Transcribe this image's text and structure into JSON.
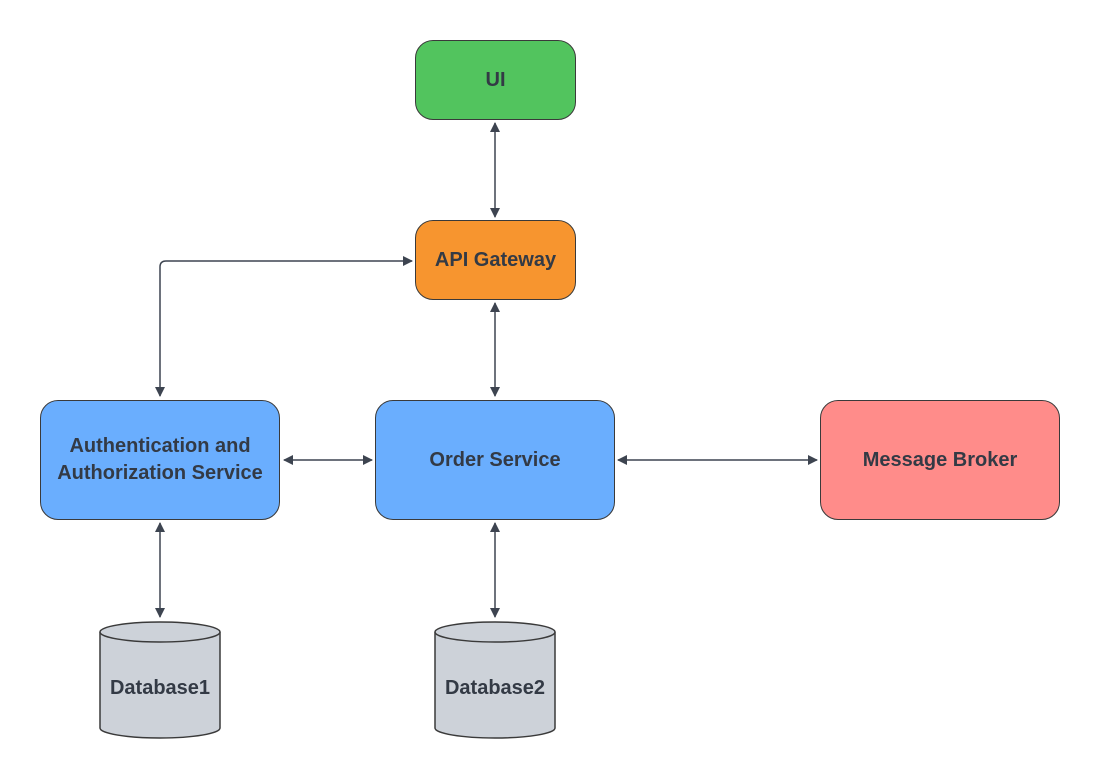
{
  "nodes": {
    "ui": {
      "label": "UI",
      "color": "#52c45e"
    },
    "api_gateway": {
      "label": "API Gateway",
      "color": "#f7952f"
    },
    "auth_service": {
      "label": "Authentication and Authorization Service",
      "color": "#6aaefe"
    },
    "order_service": {
      "label": "Order Service",
      "color": "#6aaefe"
    },
    "message_broker": {
      "label": "Message Broker",
      "color": "#ff8c8a"
    },
    "database1": {
      "label": "Database1",
      "color": "#cdd2d9"
    },
    "database2": {
      "label": "Database2",
      "color": "#cdd2d9"
    }
  },
  "edges": [
    {
      "from": "UI",
      "to": "API Gateway",
      "direction": "bidirectional"
    },
    {
      "from": "Authentication and Authorization Service",
      "to": "API Gateway",
      "direction": "bidirectional"
    },
    {
      "from": "API Gateway",
      "to": "Order Service",
      "direction": "bidirectional"
    },
    {
      "from": "Authentication and Authorization Service",
      "to": "Order Service",
      "direction": "bidirectional"
    },
    {
      "from": "Order Service",
      "to": "Message Broker",
      "direction": "bidirectional"
    },
    {
      "from": "Authentication and Authorization Service",
      "to": "Database1",
      "direction": "bidirectional"
    },
    {
      "from": "Order Service",
      "to": "Database2",
      "direction": "bidirectional"
    }
  ],
  "edge_color": "#3d4450"
}
